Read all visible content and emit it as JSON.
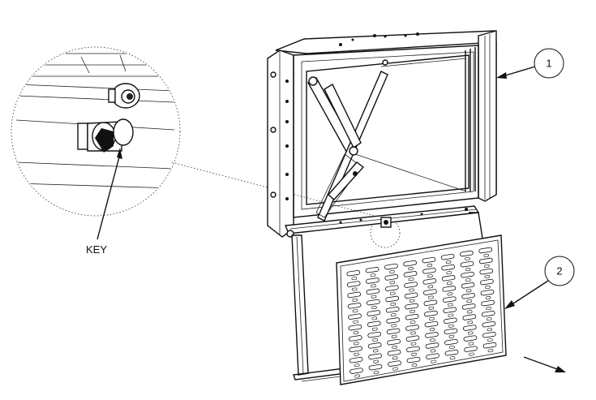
{
  "callouts": {
    "key_label": "KEY",
    "balloon_1": "1",
    "balloon_2": "2"
  }
}
